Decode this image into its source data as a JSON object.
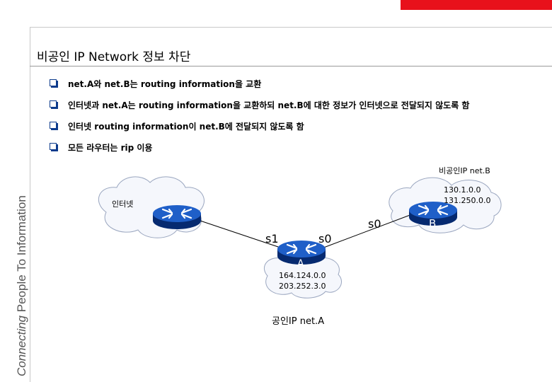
{
  "branding": {
    "vertical_text_italic": "Connecting",
    "vertical_text_rest": " People To Information",
    "accent_color": "#e8111b"
  },
  "slide": {
    "title": "비공인 IP Network 정보 차단",
    "bullets": [
      "net.A와 net.B는 routing information을 교환",
      "인터넷과 net.A는 routing information을 교환하되 net.B에 대한 정보가 인터넷으로 전달되지 않도록 함",
      "인터넷 routing information이 net.B에 전달되지 않도록 함",
      "모든 라우터는 rip 이용"
    ]
  },
  "diagram": {
    "internet_label": "인터넷",
    "netB_label": "비공인IP net.B",
    "netB_addr1": "130.1.0.0",
    "netB_addr2": "131.250.0.0",
    "router_B_label": "B",
    "router_A_label": "A",
    "netA_addr1": "164.124.0.0",
    "netA_addr2": "203.252.3.0",
    "netA_label": "공인IP net.A",
    "iface_s1": "s1",
    "iface_s0_A": "s0",
    "iface_s0_B": "s0",
    "router_color": "#0a3d9a",
    "cloud_color": "#f5f7fc"
  }
}
